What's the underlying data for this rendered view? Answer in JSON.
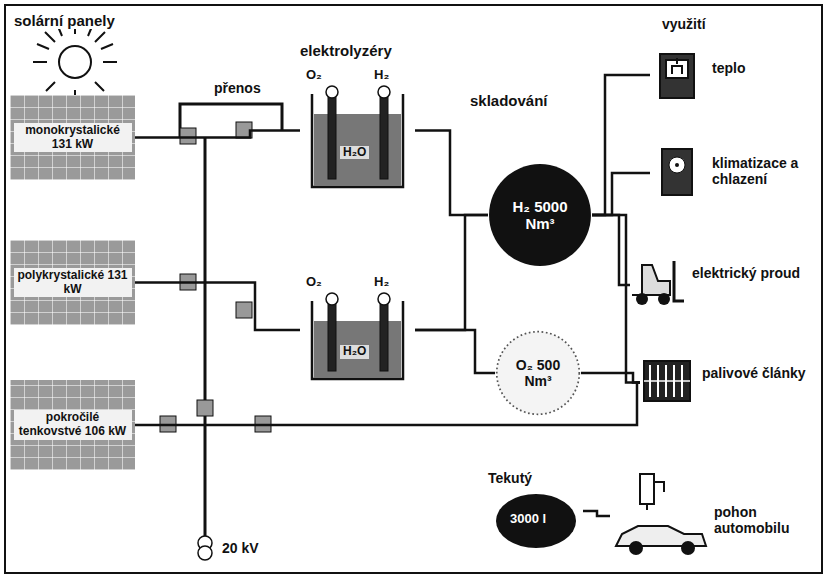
{
  "diagram": {
    "nodes": [
      {
        "text": [
          "monokrystalické 131 kW"
        ]
      },
      {
        "text": [
          "polykrystalické 131 kW"
        ]
      },
      {
        "text": [
          "pokročilé tenkovstvé 106 kW"
        ]
      },
      {
        "text": [
          "O₂",
          "H₂",
          "H₂O"
        ]
      },
      {
        "text": [
          "O₂",
          "H₂",
          "H₂O"
        ]
      },
      {
        "text": [
          "H₂ 5000 Nm³"
        ]
      },
      {
        "text": [
          "O₂ 500 Nm³"
        ]
      },
      {
        "text": [
          "Tekutý",
          "3000 l"
        ]
      },
      {
        "text": [
          "teplo"
        ]
      },
      {
        "text": [
          "klimatizace a chlazení"
        ]
      },
      {
        "text": [
          "elektrický proud"
        ]
      },
      {
        "text": [
          "palivové články"
        ]
      },
      {
        "text": [
          "pohon automobilu"
        ]
      }
    ],
    "edges": [
      {
        "from": 0,
        "to": 3,
        "arrow": "none"
      },
      {
        "from": 1,
        "to": 4,
        "arrow": "none"
      },
      {
        "from": 3,
        "to": 5,
        "arrow": "none"
      },
      {
        "from": 4,
        "to": 5,
        "arrow": "none"
      },
      {
        "from": 4,
        "to": 6,
        "arrow": "none"
      },
      {
        "from": 5,
        "to": 8,
        "arrow": "none"
      },
      {
        "from": 5,
        "to": 9,
        "arrow": "none"
      },
      {
        "from": 5,
        "to": 10,
        "arrow": "none"
      },
      {
        "from": 5,
        "to": 11,
        "arrow": "none"
      },
      {
        "from": 6,
        "to": 11,
        "arrow": "none"
      },
      {
        "from": 2,
        "to": 11,
        "arrow": "none"
      },
      {
        "from": 7,
        "to": 12,
        "arrow": "none"
      }
    ],
    "labels": [
      "solární panely",
      "přenos",
      "elektrolyzéry",
      "skladování",
      "využití",
      "20 kV"
    ]
  }
}
